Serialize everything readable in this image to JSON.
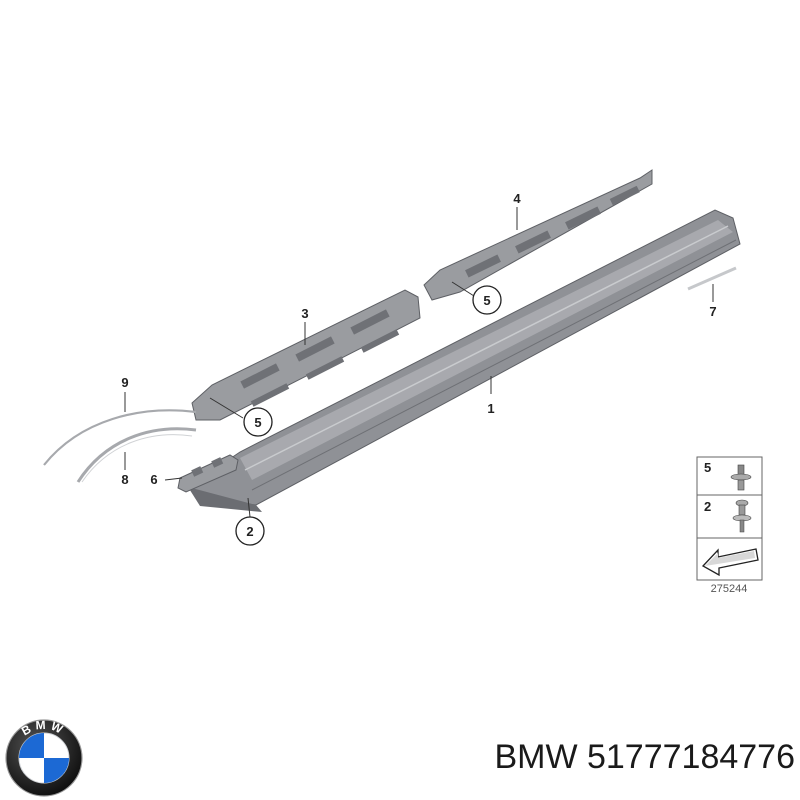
{
  "diagram": {
    "callouts": [
      {
        "id": "c1",
        "label": "1"
      },
      {
        "id": "c2",
        "label": "2"
      },
      {
        "id": "c3",
        "label": "3"
      },
      {
        "id": "c4",
        "label": "4"
      },
      {
        "id": "c5a",
        "label": "5"
      },
      {
        "id": "c5b",
        "label": "5"
      },
      {
        "id": "c6",
        "label": "6"
      },
      {
        "id": "c7",
        "label": "7"
      },
      {
        "id": "c8",
        "label": "8"
      },
      {
        "id": "c9",
        "label": "9"
      }
    ],
    "legend": {
      "items": [
        {
          "label": "5",
          "part": "clip"
        },
        {
          "label": "2",
          "part": "screw"
        }
      ],
      "reference_number": "275244"
    }
  },
  "caption": {
    "brand": "BMW",
    "part_number": "51777184776",
    "text": "BMW 51777184776"
  },
  "logo": {
    "name": "bmw-roundel",
    "letters": "BMW",
    "colors": {
      "blue": "#1c69d4",
      "white": "#ffffff",
      "ring": "#111111"
    }
  },
  "colors": {
    "part_fill": "#8f9196",
    "part_dark": "#6b6d72",
    "part_light": "#b6b8bc",
    "line": "#333333"
  }
}
